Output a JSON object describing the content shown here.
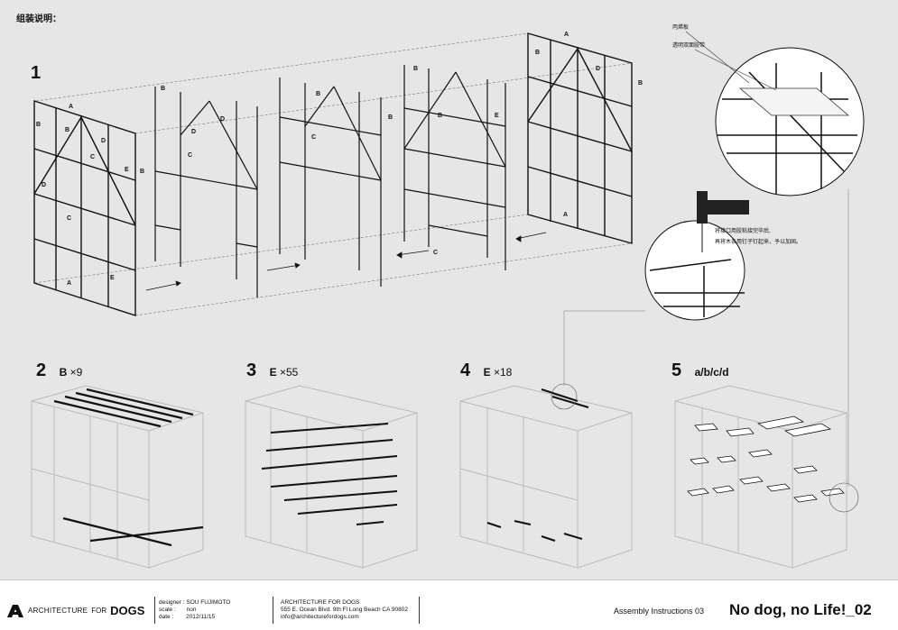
{
  "title": "组装说明：",
  "steps": [
    {
      "num": "1",
      "label": ""
    },
    {
      "num": "2",
      "part": "B",
      "qty": "×9"
    },
    {
      "num": "3",
      "part": "E",
      "qty": "×55"
    },
    {
      "num": "4",
      "part": "E",
      "qty": "×18"
    },
    {
      "num": "5",
      "part": "a/b/c/d",
      "qty": ""
    }
  ],
  "notes": {
    "top_label_1": "丙烯板",
    "top_label_2": "透明双面胶带",
    "middle_line_1": "将接口用胶粘接完毕后,",
    "middle_line_2": "再将木条用钉子钉起来，予以加固。"
  },
  "part_letters": {
    "a": "A",
    "b": "B",
    "c": "C",
    "d": "D",
    "e": "E"
  },
  "footer": {
    "logo_text": "ARCHITECTURE FOR DOGS",
    "logo_text_a": "ARCHITECTURE",
    "logo_text_b": "FOR",
    "logo_text_c": "DOGS",
    "designer_label": "designer :",
    "designer": "SOU FUJIMOTO",
    "scale_label": "scale :",
    "scale": "non",
    "date_label": "date :",
    "date": "2012/11/15",
    "org": "ARCHITECTURE FOR DOGS",
    "address": "555 E. Ocean Blvd. 9th Fl  Long Beach CA 90802",
    "email": "info@architecturefordogs.com",
    "doc": "Assembly Instructions 03",
    "product": "No dog, no Life!_02"
  }
}
